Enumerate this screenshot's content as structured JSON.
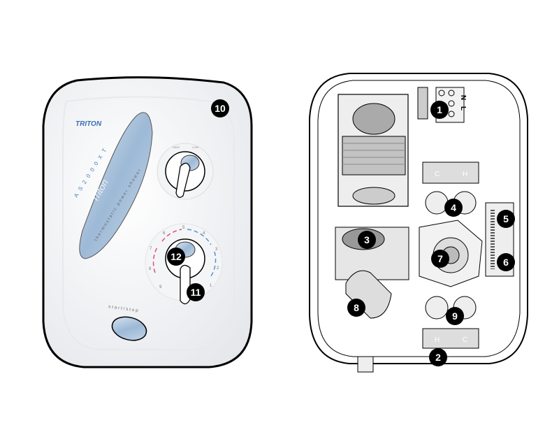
{
  "front": {
    "brand": "TRITON",
    "model": "AS2000XT",
    "subtitle": "thermostatic power shower",
    "logo_script": "Triton",
    "start_stop": "start/stop",
    "flow_labels": [
      "HIGH",
      "LOW"
    ],
    "dial_numbers": [
      "9",
      "8",
      "7",
      "6",
      "5",
      "4",
      "3",
      "2",
      "1"
    ]
  },
  "back": {
    "terminal_labels": [
      "N",
      "L"
    ],
    "inlet_labels_top": [
      "C",
      "H"
    ],
    "inlet_labels_bottom": [
      "H",
      "C"
    ]
  },
  "callouts": [
    "1",
    "2",
    "3",
    "4",
    "5",
    "6",
    "7",
    "8",
    "9",
    "10",
    "11",
    "12"
  ],
  "colors": {
    "outline": "#000000",
    "accent_blue": "#6d8fc0",
    "hot": "#e0506a",
    "cold": "#5a8fd0",
    "panel_blue": "#a9c2dc"
  }
}
